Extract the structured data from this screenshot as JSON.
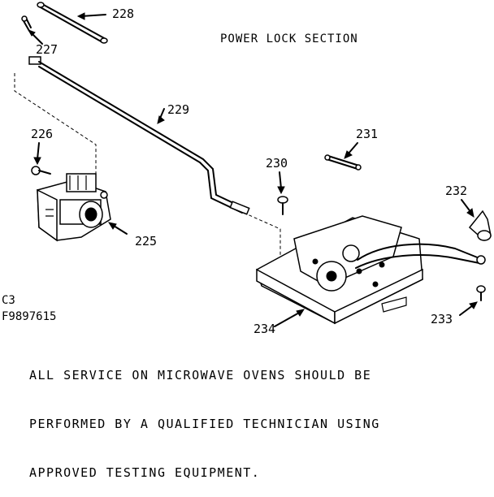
{
  "title": "POWER LOCK SECTION",
  "codes": {
    "line1": "C3",
    "line2": "F9897615"
  },
  "parts": [
    {
      "id": "228"
    },
    {
      "id": "227"
    },
    {
      "id": "229"
    },
    {
      "id": "226"
    },
    {
      "id": "225"
    },
    {
      "id": "230"
    },
    {
      "id": "231"
    },
    {
      "id": "232"
    },
    {
      "id": "233"
    },
    {
      "id": "234"
    }
  ],
  "note": {
    "line1": "ALL SERVICE ON MICROWAVE OVENS SHOULD BE",
    "line2": "PERFORMED BY A QUALIFIED TECHNICIAN USING",
    "line3": "APPROVED TESTING EQUIPMENT."
  }
}
